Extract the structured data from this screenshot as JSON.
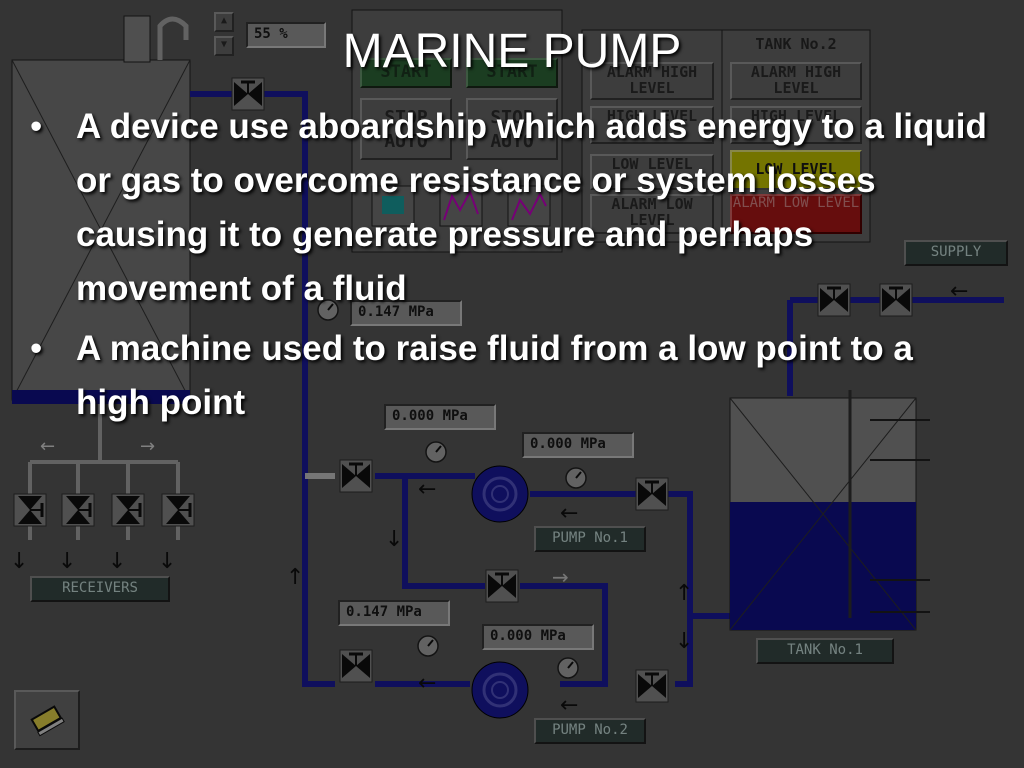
{
  "slide": {
    "title": "MARINE PUMP",
    "bullets": [
      "A device use aboardship which adds energy to a liquid or gas to overcome resistance or system losses causing it to generate pressure and perhaps movement of a fluid",
      "A machine used to raise fluid from a low point to a high point"
    ]
  },
  "hmi": {
    "level_percent": "55 %",
    "pressure_1": "0.147 MPa",
    "pressure_2": "0.000 MPa",
    "pressure_3": "0.000 MPa",
    "pressure_4": "0.147 MPa",
    "pressure_5": "0.000 MPa",
    "pump1_label": "PUMP No.1",
    "pump2_label": "PUMP No.2",
    "tank1_label": "TANK No.1",
    "supply_label": "SUPPLY",
    "receivers_label": "RECEIVERS",
    "panel": {
      "start_1": "START",
      "start_2": "START",
      "stop_auto_1": "STOP AUTO",
      "stop_auto_2": "STOP AUTO",
      "tank2_title": "TANK No.2",
      "alarm_high_level": "ALARM HIGH LEVEL",
      "high_level": "HIGH LEVEL",
      "low_level_left": "LOW LEVEL",
      "alarm_low_level_left": "ALARM LOW LEVEL",
      "low_level_right": "LOW LEVEL",
      "alarm_low_level_right": "ALARM LOW LEVEL"
    },
    "tank1_level_fraction": 0.55,
    "icons": [
      "spin-up-icon",
      "spin-down-icon",
      "book-icon",
      "valve-icon",
      "pressure-gauge-icon",
      "pump-icon",
      "trend-chart-icon"
    ],
    "colors": {
      "pipe": "#1a1aa0",
      "fluid": "#10108a",
      "alarm_yellow": "#c8c800",
      "alarm_red": "#b01818",
      "start_green": "#2f6a3a"
    }
  }
}
